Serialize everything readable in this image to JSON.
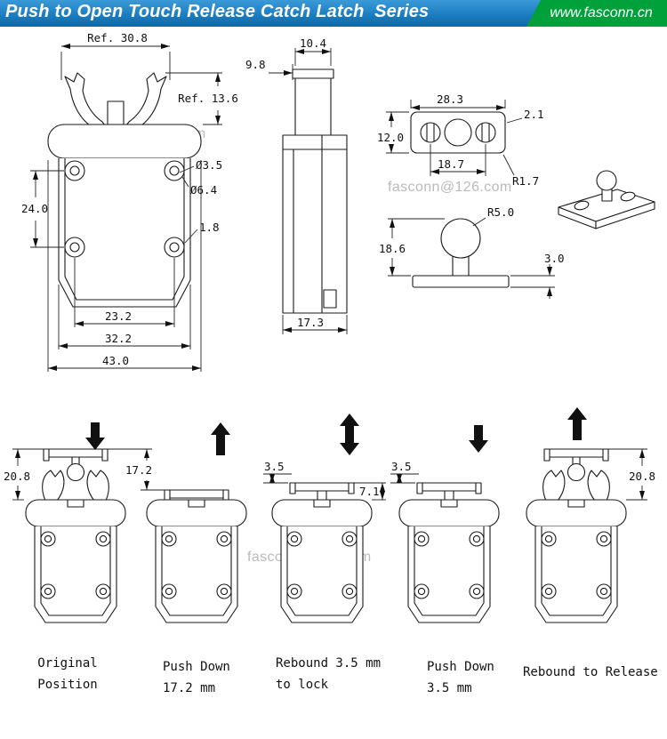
{
  "header": {
    "title": "Push to Open Touch Release Catch Latch  Series",
    "website": "www.fasconn.cn",
    "blue": "#1b7ec2",
    "green": "#00a13a"
  },
  "watermark": {
    "text": "fasconn@126.com"
  },
  "front_view": {
    "ref_width": "Ref. 30.8",
    "ref_height": "Ref. 13.6",
    "hole_pitch_v": "24.0",
    "hole_inner_dia": "Ø3.5",
    "hole_outer_dia": "Ø6.4",
    "edge_offset": "1.8",
    "hole_pitch_h": "23.2",
    "body_width": "32.2",
    "overall_width": "43.0"
  },
  "side_view": {
    "plunger_width": "10.4",
    "plunger_offset": "9.8",
    "depth": "17.3"
  },
  "striker_plate": {
    "width": "28.3",
    "corner_offset": "2.1",
    "height": "12.0",
    "hole_pitch": "18.7",
    "corner_radius": "R1.7"
  },
  "ball_stud": {
    "ball_radius": "R5.0",
    "height": "18.6",
    "plate_thickness": "3.0"
  },
  "sequence": {
    "steps": [
      {
        "dim": "20.8",
        "caption": [
          "Original",
          "Position"
        ]
      },
      {
        "dim": "17.2",
        "caption": [
          "Push Down",
          "17.2 mm"
        ]
      },
      {
        "dim_rebound": "3.5",
        "dim_lock": "7.1",
        "caption": [
          "Rebound 3.5 mm",
          "to lock"
        ]
      },
      {
        "dim": "3.5",
        "caption": [
          "Push Down",
          "3.5 mm"
        ]
      },
      {
        "dim": "20.8",
        "caption": [
          "Rebound to Release"
        ]
      }
    ]
  }
}
